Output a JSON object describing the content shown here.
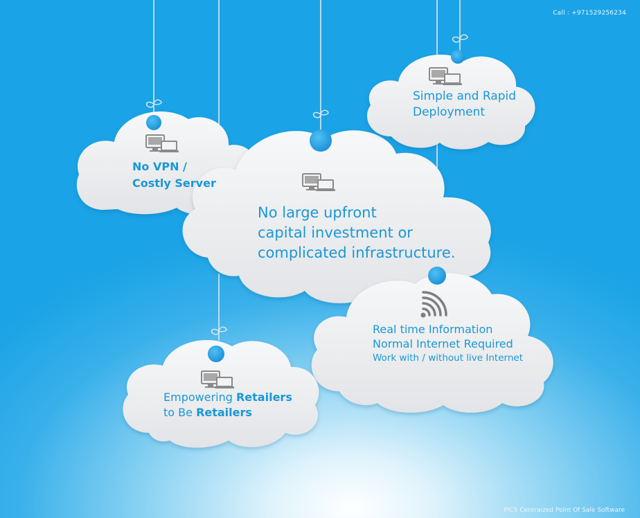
{
  "header": {
    "call": "Call : +971529256234"
  },
  "footer": {
    "tagline": "PICS Centraized Point Of Sale Software"
  },
  "clouds": {
    "vpn": {
      "line1": "No VPN /",
      "line2": "Costly Server"
    },
    "main": {
      "line1": "No large upfront",
      "line2": "capital investment or",
      "line3": "complicated infrastructure."
    },
    "simple": {
      "line1": "Simple and Rapid",
      "line2": "Deployment"
    },
    "realtime": {
      "line1": "Real time Information",
      "line2": "Normal Internet Required",
      "line3": "Work with / without live Internet"
    },
    "empower": {
      "part1": "Empowering ",
      "bold1": "Retailers",
      "part2": "to Be ",
      "bold2": "Retailers"
    }
  },
  "icons": {
    "devices": "desktop-laptop-icon",
    "wifi": "wifi-signal-icon"
  },
  "colors": {
    "background_top": "#1aa3e6",
    "background_glow": "#ffffff",
    "cloud_fill": "#f1f2f4",
    "text_blue": "#1a98d5",
    "tag_blue": "#1e9be0",
    "icon_gray": "#888888"
  }
}
